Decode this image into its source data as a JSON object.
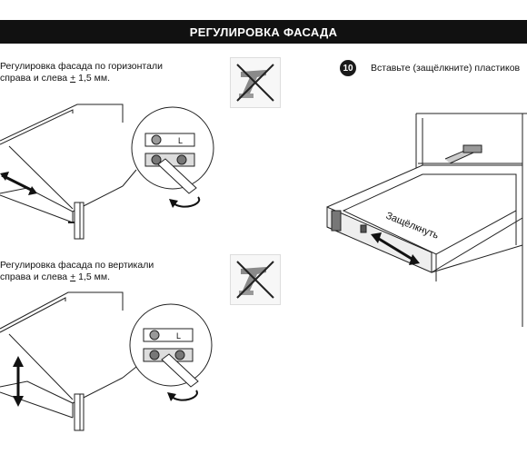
{
  "header": {
    "title": "РЕГУЛИРОВКА ФАСАДА"
  },
  "steps": [
    {
      "line1": "Регулировка фасада по горизонтали",
      "line2_prefix": "справа и слева ",
      "pm": "+",
      "line2_suffix": " 1,5 мм."
    },
    {
      "line1": "Регулировка фасада по вертикали",
      "line2_prefix": "справа и слева ",
      "pm": "+",
      "line2_suffix": " 1,5 мм."
    }
  ],
  "step10": {
    "number": "10",
    "text": "Вставьте (защёлкните) пластиков"
  },
  "callout_label": "L",
  "drawer_label": "Защёлкнуть",
  "icons": {
    "no_tool": "crossed-screwdriver-icon",
    "rotate": "rotate-arrow-icon",
    "adjust": "double-arrow-icon"
  }
}
